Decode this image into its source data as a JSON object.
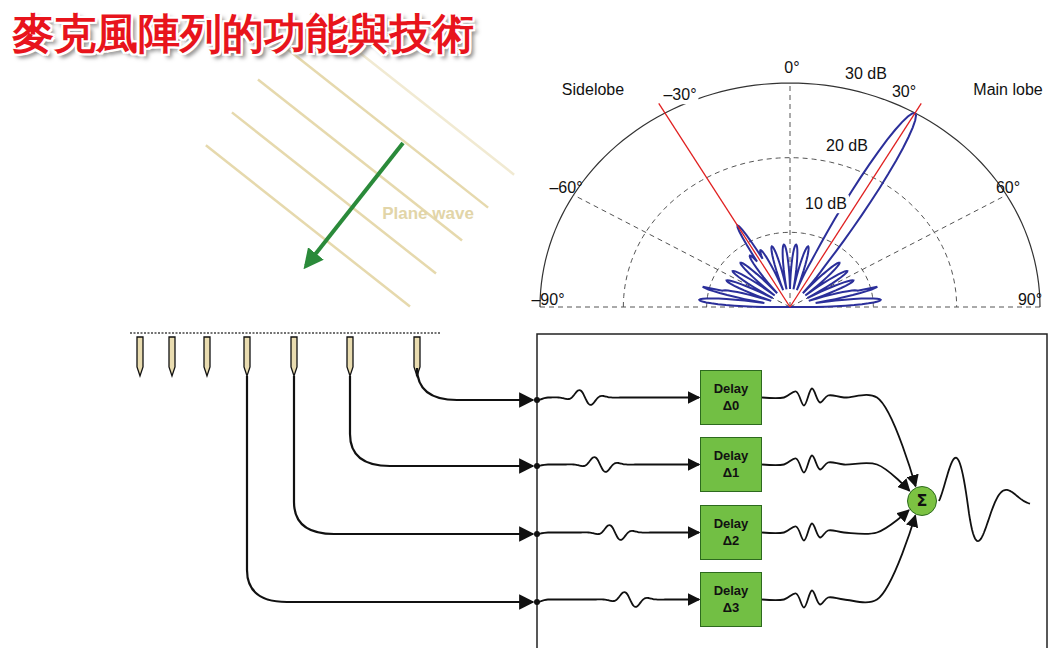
{
  "diagram": {
    "title": "麥克風陣列的功能與技術",
    "nodes": [
      {
        "text": [
          "Delay Δ0"
        ]
      },
      {
        "text": [
          "Delay Δ1"
        ]
      },
      {
        "text": [
          "Delay Δ2"
        ]
      },
      {
        "text": [
          "Delay Δ3"
        ]
      },
      {
        "text": [
          "Σ"
        ]
      }
    ],
    "edges": [
      {
        "from": 0,
        "to": 4,
        "arrow": "to"
      },
      {
        "from": 1,
        "to": 4,
        "arrow": "to"
      },
      {
        "from": 2,
        "to": 4,
        "arrow": "to"
      },
      {
        "from": 3,
        "to": 4,
        "arrow": "to"
      }
    ],
    "labels": [
      "Plane wave",
      "0°",
      "30 dB",
      "Sidelobe",
      "–30°",
      "30°",
      "Main lobe",
      "20 dB",
      "–60°",
      "10 dB",
      "60°",
      "–90°",
      "90°"
    ]
  }
}
